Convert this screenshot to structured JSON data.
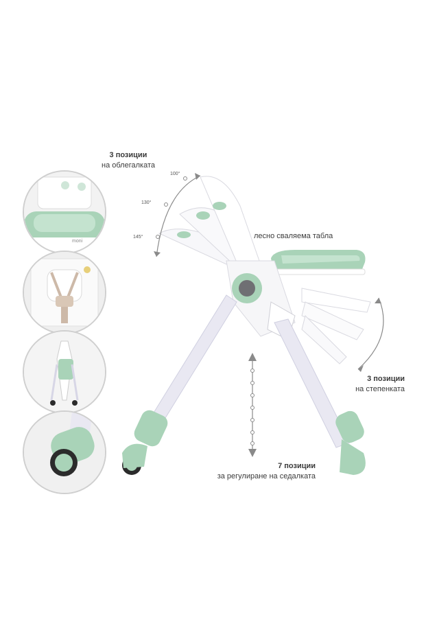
{
  "callouts": {
    "backrest": {
      "title": "3 позиции",
      "subtitle": "на облегалката"
    },
    "tray": {
      "text": "лесно сваляема табла"
    },
    "footrest": {
      "title": "3 позиции",
      "subtitle": "на степенката"
    },
    "seat_height": {
      "title": "7 позиции",
      "subtitle": "за регулиране на седалката"
    }
  },
  "angles": {
    "a1": "100°",
    "a2": "130°",
    "a3": "145°"
  },
  "brand_mark": "moni",
  "colors": {
    "accent": "#a9d3b8",
    "frame": "#e9e8f2",
    "dark": "#2b2b2b",
    "ring": "#cfcfcf"
  }
}
